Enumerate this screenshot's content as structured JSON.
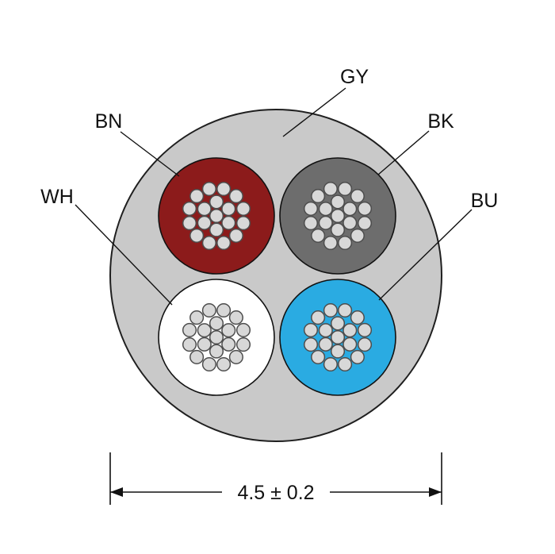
{
  "labels": {
    "jacket": "GY",
    "brown": "BN",
    "black": "BK",
    "white": "WH",
    "blue": "BU"
  },
  "dimension": {
    "text": "4.5 ± 0.2"
  },
  "colors": {
    "jacket": "#c9c9c9",
    "jacket_stroke": "#1f1f1f",
    "brown": "#8c1b1b",
    "black": "#6d6d6d",
    "white": "#ffffff",
    "blue": "#2aabe2",
    "conductor_stroke": "#111111",
    "strand_fill": "#d8d8d8",
    "strand_stroke": "#4d4d4d",
    "line": "#111111"
  }
}
